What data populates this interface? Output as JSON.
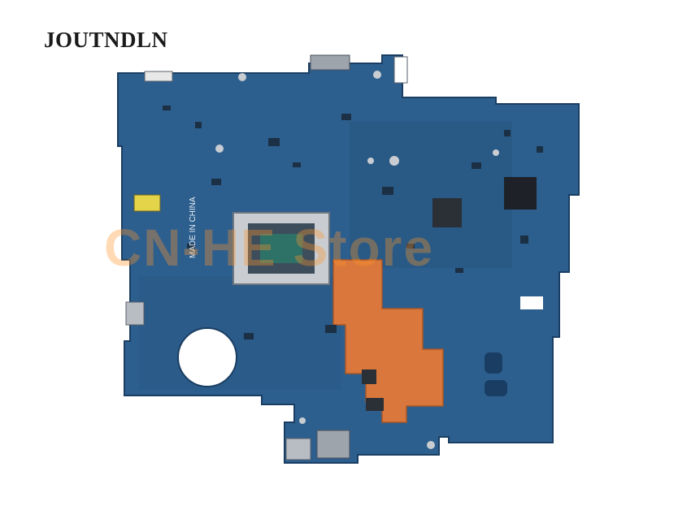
{
  "brand": {
    "text": "JOUTNDLN"
  },
  "watermark": {
    "text": "CN-HE Store"
  },
  "board": {
    "silkscreen": [
      "MADE IN CHINA"
    ],
    "colors": {
      "pcb": "#2d5f8e",
      "pcb_dark": "#1f4a73",
      "heatsink_plate": "#d9773c",
      "socket_frame": "#c9cdd2"
    }
  }
}
